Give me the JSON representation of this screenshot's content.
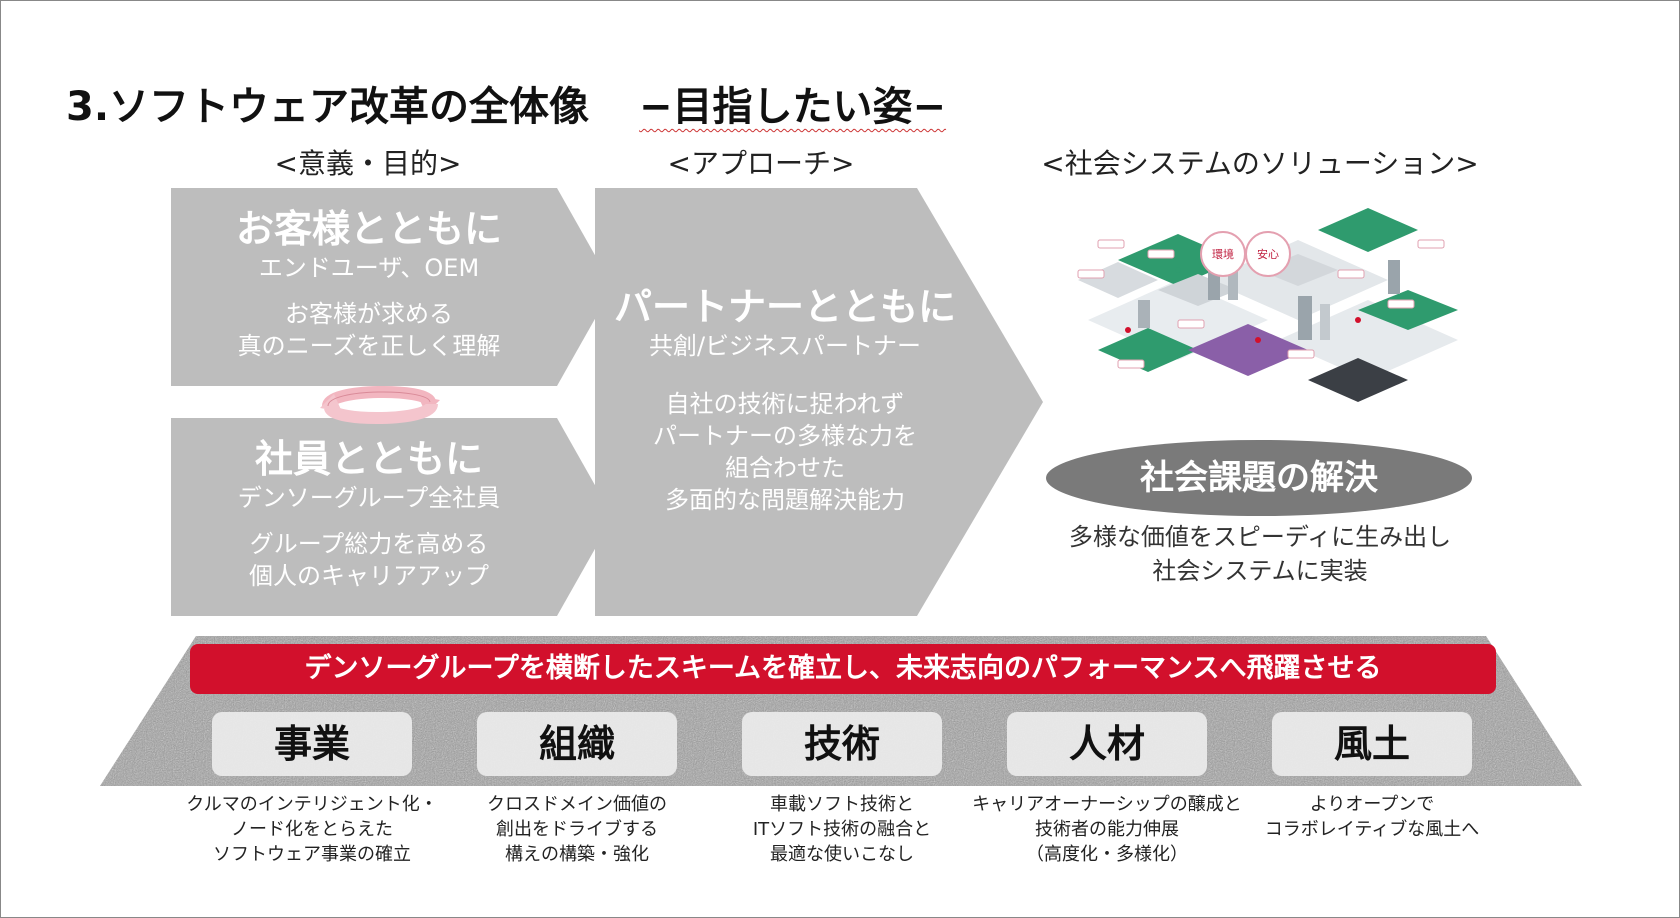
{
  "title": "3.ソフトウェア改革の全体像",
  "subtitle": "−目指したい姿−",
  "columns": {
    "purpose_label": "<意義・目的>",
    "approach_label": "<アプローチ>",
    "solution_label": "<社会システムのソリューション>"
  },
  "customers": {
    "heading": "お客様とともに",
    "sub": "エンドユーザ、OEM",
    "desc1": "お客様が求める",
    "desc2": "真のニーズを正しく理解"
  },
  "employees": {
    "heading": "社員とともに",
    "sub": "デンソーグループ全社員",
    "desc1": "グループ総力を高める",
    "desc2": "個人のキャリアアップ"
  },
  "partners": {
    "heading": "パートナーとともに",
    "sub": "共創/ビジネスパートナー",
    "desc1": "自社の技術に捉われず",
    "desc2": "パートナーの多様な力を",
    "desc3": "組合わせた",
    "desc4": "多面的な問題解決能力"
  },
  "solution": {
    "city_labels": [
      "環境",
      "安心"
    ],
    "ellipse": "社会課題の解決",
    "desc1": "多様な価値をスピーディに生み出し",
    "desc2": "社会システムに実装"
  },
  "banner": "デンソーグループを横断したスキームを確立し、未来志向のパフォーマンスへ飛躍させる",
  "pillars": [
    {
      "name": "事業",
      "lines": [
        "クルマのインテリジェント化・",
        "ノード化をとらえた",
        "ソフトウェア事業の確立"
      ]
    },
    {
      "name": "組織",
      "lines": [
        "クロスドメイン価値の",
        "創出をドライブする",
        "構えの構築・強化"
      ]
    },
    {
      "name": "技術",
      "lines": [
        "車載ソフト技術と",
        "ITソフト技術の融合と",
        "最適な使いこなし"
      ]
    },
    {
      "name": "人材",
      "lines": [
        "キャリアオーナーシップの醸成と",
        "技術者の能力伸展",
        "（高度化・多様化）"
      ]
    },
    {
      "name": "風土",
      "lines": [
        "よりオープンで",
        "コラボレイティブな風土へ"
      ]
    }
  ],
  "colors": {
    "chevron": "#bdbdbd",
    "banner": "#d2102c",
    "ellipse": "#7a7a7a",
    "cycle": "#f2b6c0"
  }
}
